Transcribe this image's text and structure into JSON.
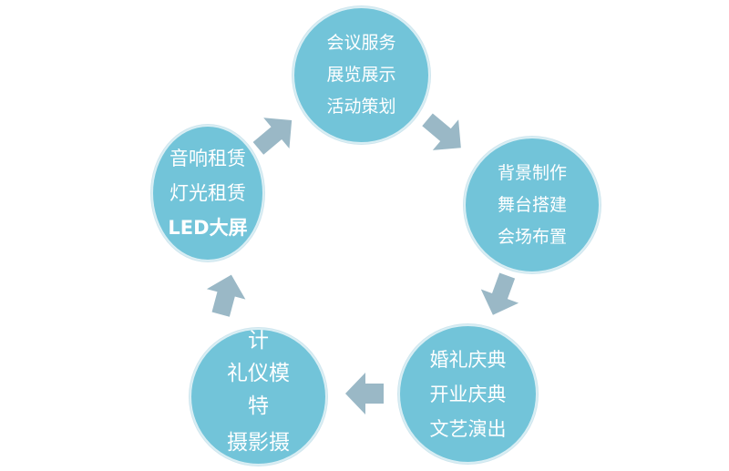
{
  "colors": {
    "circle_fill": "#72c4d9",
    "circle_border": "#d9eef4",
    "arrow_fill": "#9ab8c6",
    "text": "#ffffff",
    "background": "#ffffff"
  },
  "nodes": {
    "top": {
      "lines": [
        "会议服务",
        "展览展示",
        "活动策划"
      ]
    },
    "right": {
      "lines": [
        "背景制作",
        "舞台搭建",
        "会场布置"
      ]
    },
    "bottom_right": {
      "lines": [
        "婚礼庆典",
        "开业庆典",
        "文艺演出"
      ]
    },
    "bottom_left": {
      "lines": [
        "计",
        "礼仪模",
        "特",
        "摄影摄"
      ]
    },
    "left": {
      "lines": [
        "音响租赁",
        "灯光租赁",
        "LED大屏"
      ]
    }
  },
  "arrows": [
    {
      "from": "left",
      "to": "top",
      "icon": "arrow-right-up-icon"
    },
    {
      "from": "top",
      "to": "right",
      "icon": "arrow-right-down-icon"
    },
    {
      "from": "right",
      "to": "bottom_right",
      "icon": "arrow-down-left-icon"
    },
    {
      "from": "bottom_right",
      "to": "bottom_left",
      "icon": "arrow-left-icon"
    },
    {
      "from": "bottom_left",
      "to": "left",
      "icon": "arrow-up-icon"
    }
  ]
}
